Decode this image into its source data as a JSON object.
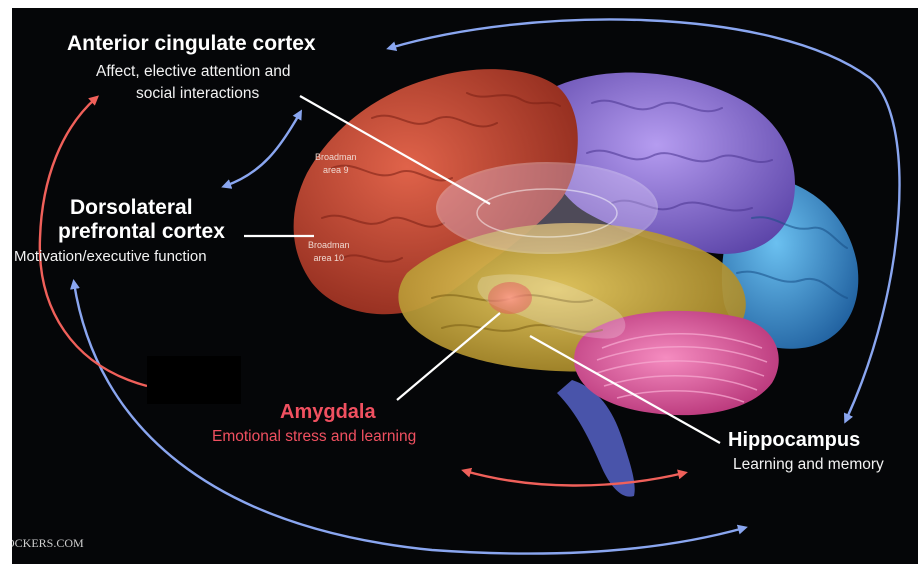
{
  "labels": {
    "acc_title": "Anterior cingulate cortex",
    "acc_desc_1": "Affect, elective attention and",
    "acc_desc_2": "social interactions",
    "dlpfc_title_1": "Dorsolateral",
    "dlpfc_title_2": "prefrontal cortex",
    "dlpfc_desc": "Motivation/executive function",
    "amygdala_title": "Amygdala",
    "amygdala_desc": "Emotional stress and learning",
    "hippocampus_title": "Hippocampus",
    "hippocampus_desc": "Learning and memory",
    "area9_line1": "Broadman",
    "area9_line2": "area 9",
    "area10_line1": "Broadman",
    "area10_line2": "area 10",
    "watermark": "OCKERS.COM"
  },
  "colors": {
    "background": "#050608",
    "frontal_lobe": "#c0462e",
    "parietal_lobe": "#8b6fd6",
    "occipital_lobe": "#3f9ad8",
    "temporal_lobe": "#d9b43c",
    "cerebellum": "#e04f9a",
    "brainstem": "#4f5bb8",
    "arrow_blue": "#8aa6f0",
    "arrow_red": "#f0605a",
    "amygdala_text": "#f05060"
  }
}
